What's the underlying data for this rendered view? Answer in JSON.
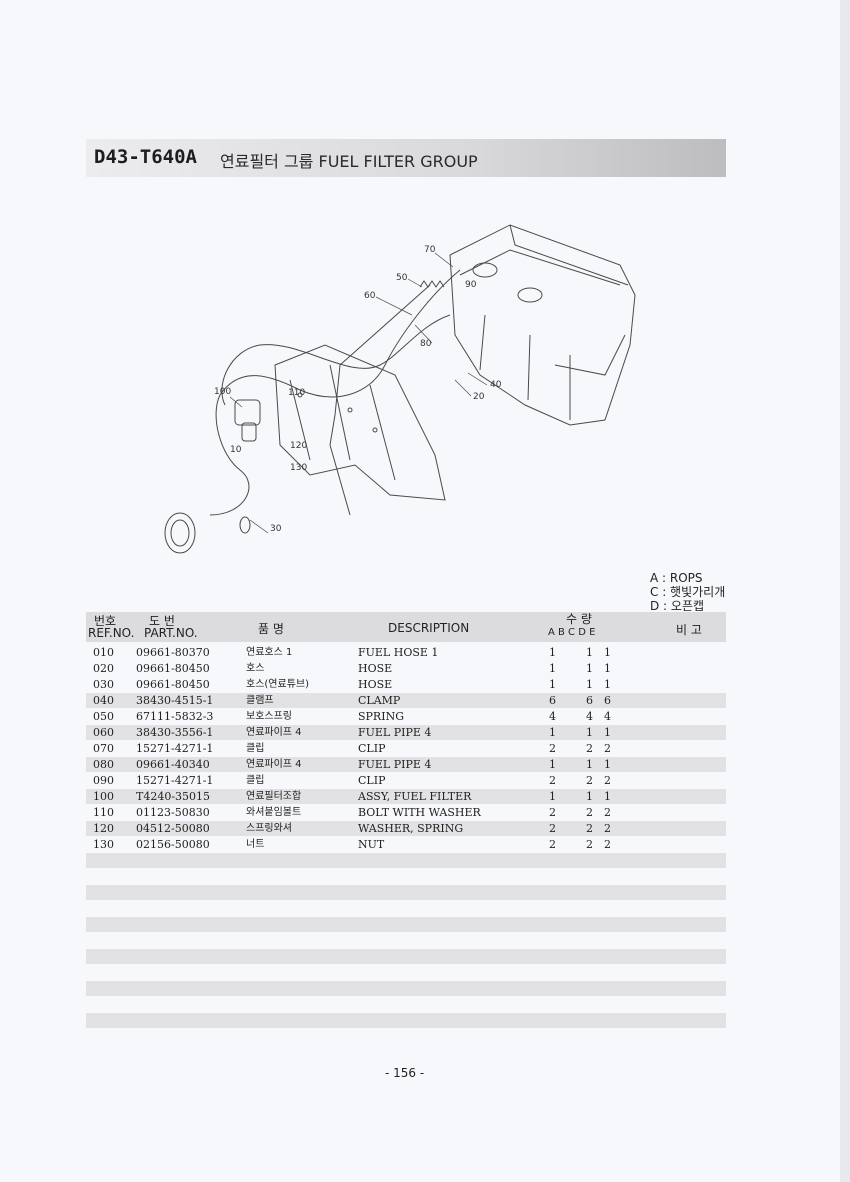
{
  "header": {
    "code": "D43-T640A",
    "title": "연료필터 그룹 FUEL FILTER GROUP"
  },
  "diagram": {
    "callouts": [
      "70",
      "50",
      "90",
      "60",
      "80",
      "40",
      "20",
      "100",
      "110",
      "10",
      "120",
      "130",
      "30"
    ]
  },
  "legend": [
    "A : ROPS",
    "C : 햇빛가리개",
    "D : 오픈캡"
  ],
  "table": {
    "headers": {
      "ref_kr": "번호",
      "ref_en": "REF.NO.",
      "part_kr": "도 번",
      "part_en": "PART.NO.",
      "name_kr": "품 명",
      "description": "DESCRIPTION",
      "qty_kr": "수 량",
      "qty_cols": "A B C D E",
      "remarks_kr": "비 고"
    },
    "rows": [
      {
        "ref": "010",
        "part": "09661-80370",
        "kname": "연료호스 1",
        "desc": "FUEL HOSE 1",
        "a": "1",
        "c": "1",
        "d": "1"
      },
      {
        "ref": "020",
        "part": "09661-80450",
        "kname": "호스",
        "desc": "HOSE",
        "a": "1",
        "c": "1",
        "d": "1"
      },
      {
        "ref": "030",
        "part": "09661-80450",
        "kname": "호스(연료튜브)",
        "desc": "HOSE",
        "a": "1",
        "c": "1",
        "d": "1"
      },
      {
        "ref": "040",
        "part": "38430-4515-1",
        "kname": "클램프",
        "desc": "CLAMP",
        "a": "6",
        "c": "6",
        "d": "6"
      },
      {
        "ref": "050",
        "part": "67111-5832-3",
        "kname": "보호스프링",
        "desc": "SPRING",
        "a": "4",
        "c": "4",
        "d": "4"
      },
      {
        "ref": "060",
        "part": "38430-3556-1",
        "kname": "연료파이프 4",
        "desc": "FUEL PIPE 4",
        "a": "1",
        "c": "1",
        "d": "1"
      },
      {
        "ref": "070",
        "part": "15271-4271-1",
        "kname": "클립",
        "desc": "CLIP",
        "a": "2",
        "c": "2",
        "d": "2"
      },
      {
        "ref": "080",
        "part": "09661-40340",
        "kname": "연료파이프 4",
        "desc": "FUEL PIPE 4",
        "a": "1",
        "c": "1",
        "d": "1"
      },
      {
        "ref": "090",
        "part": "15271-4271-1",
        "kname": "클립",
        "desc": "CLIP",
        "a": "2",
        "c": "2",
        "d": "2"
      },
      {
        "ref": "100",
        "part": "T4240-35015",
        "kname": "연료필터조합",
        "desc": "ASSY, FUEL FILTER",
        "a": "1",
        "c": "1",
        "d": "1"
      },
      {
        "ref": "110",
        "part": "01123-50830",
        "kname": "와셔붙임볼트",
        "desc": "BOLT WITH WASHER",
        "a": "2",
        "c": "2",
        "d": "2"
      },
      {
        "ref": "120",
        "part": "04512-50080",
        "kname": "스프링와셔",
        "desc": "WASHER, SPRING",
        "a": "2",
        "c": "2",
        "d": "2"
      },
      {
        "ref": "130",
        "part": "02156-50080",
        "kname": "너트",
        "desc": "NUT",
        "a": "2",
        "c": "2",
        "d": "2"
      }
    ]
  },
  "footer": {
    "page_number": "- 156 -"
  }
}
